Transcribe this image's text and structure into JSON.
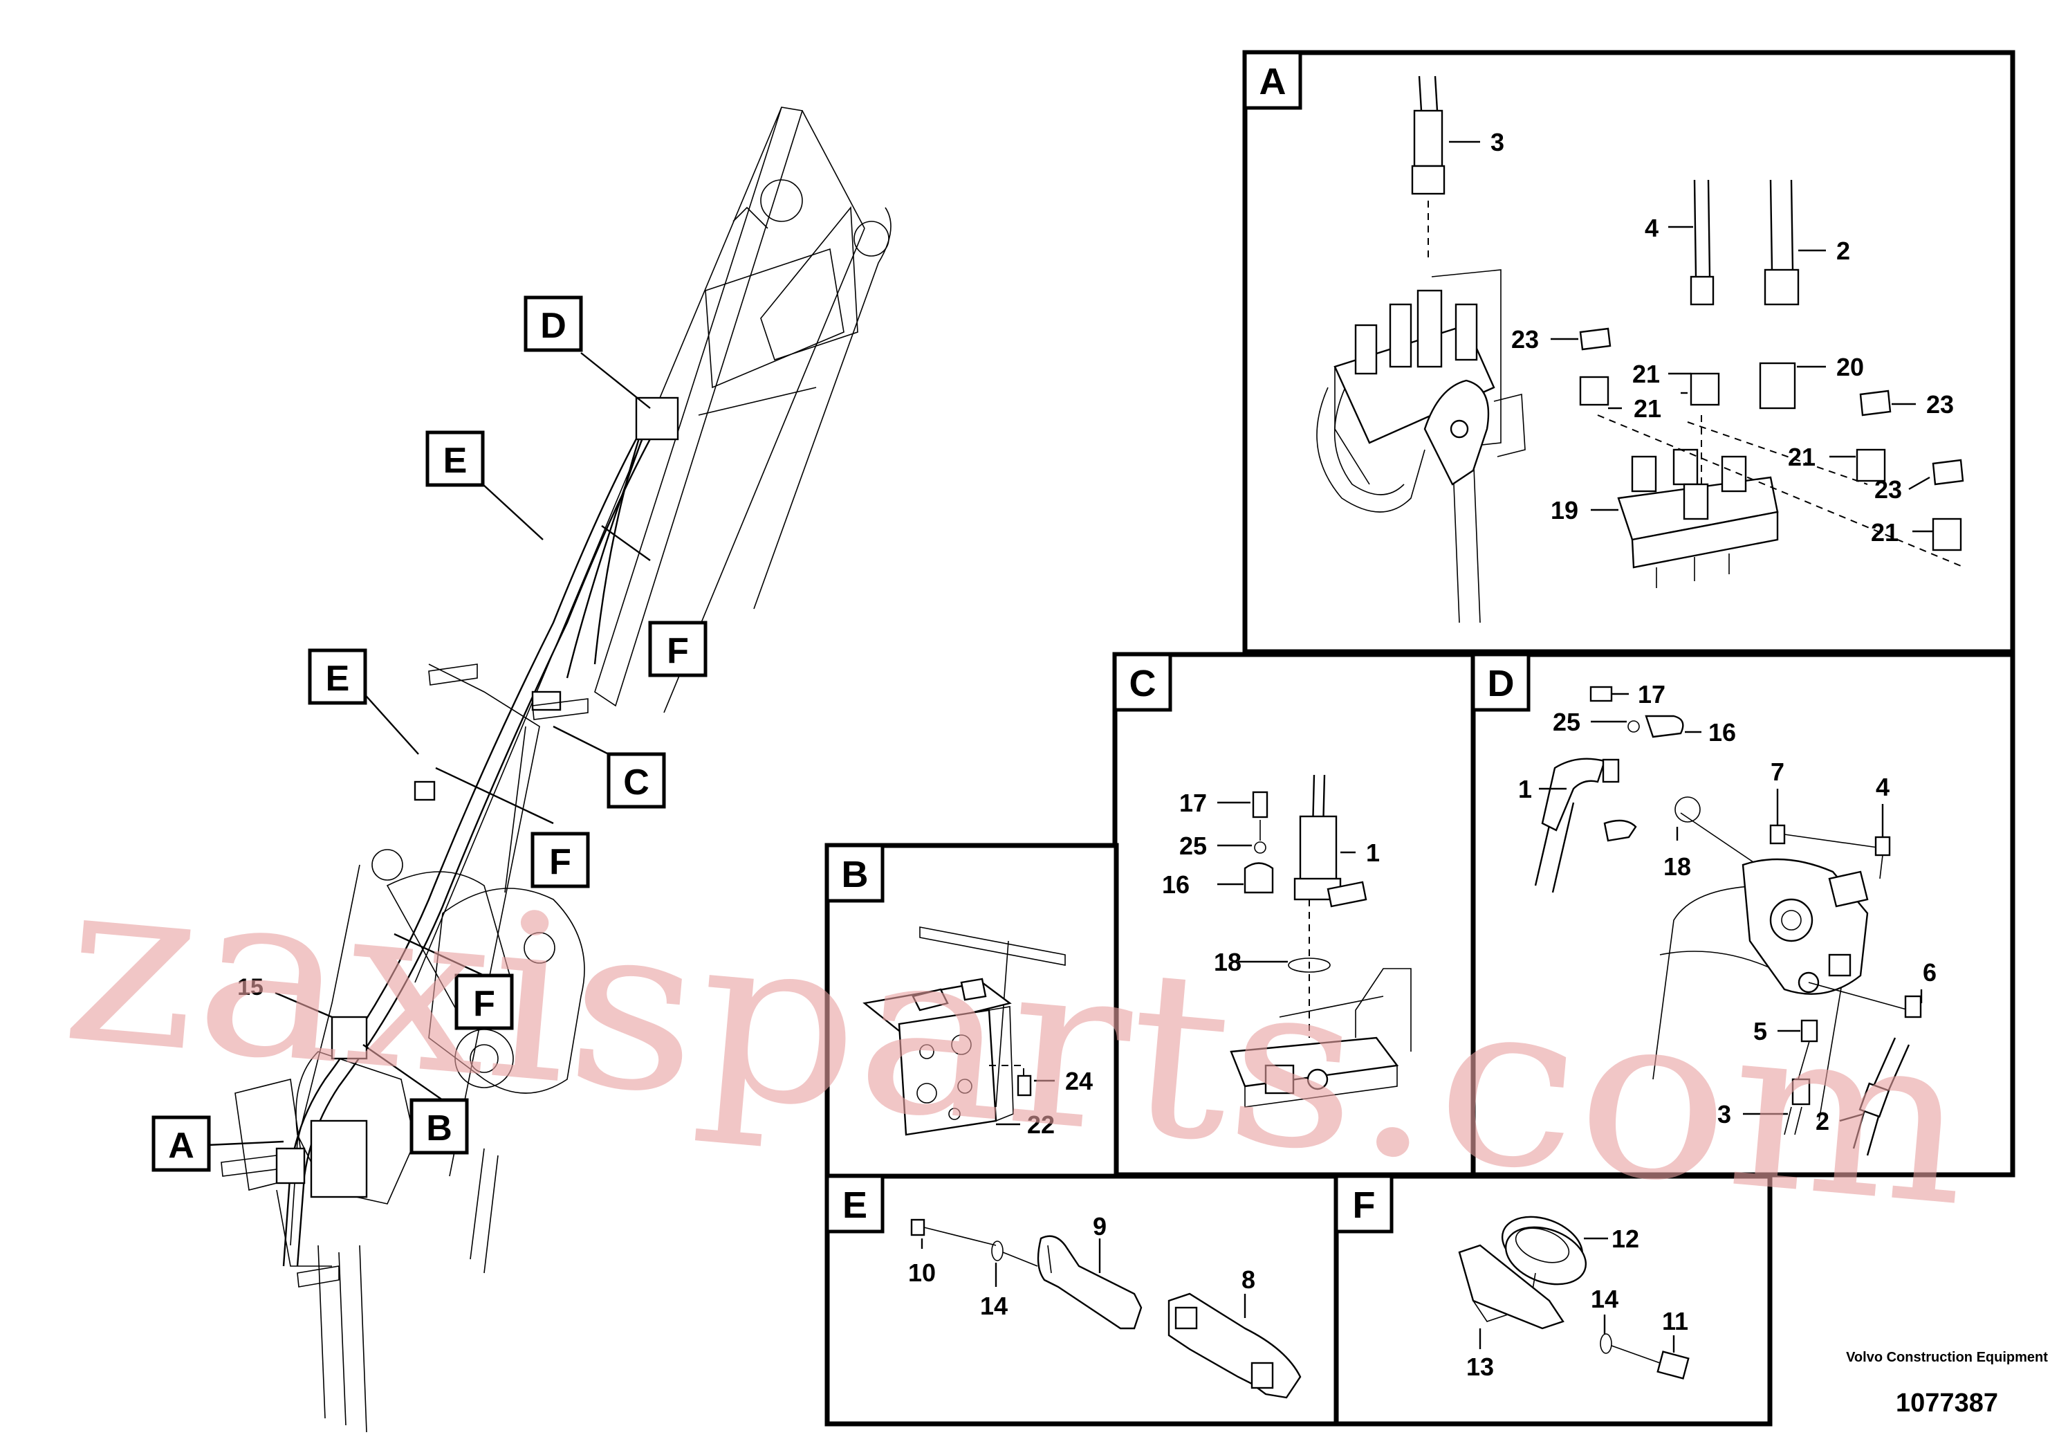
{
  "watermark": "zaxisparts.com",
  "publisher": "Volvo Construction Equipment",
  "doc_number": "1077387",
  "main_view": {
    "callouts": [
      "A",
      "B",
      "C",
      "D",
      "E",
      "E",
      "F",
      "F",
      "F"
    ],
    "part_labels": [
      "15"
    ]
  },
  "panels": [
    {
      "letter": "A",
      "parts": [
        "3",
        "4",
        "2",
        "23",
        "21",
        "20",
        "21",
        "23",
        "21",
        "19",
        "21",
        "23",
        "21"
      ]
    },
    {
      "letter": "B",
      "parts": [
        "24",
        "22"
      ]
    },
    {
      "letter": "C",
      "parts": [
        "17",
        "25",
        "16",
        "1",
        "18"
      ]
    },
    {
      "letter": "D",
      "parts": [
        "17",
        "25",
        "16",
        "1",
        "7",
        "4",
        "18",
        "6",
        "5",
        "3",
        "2"
      ]
    },
    {
      "letter": "E",
      "parts": [
        "9",
        "10",
        "14",
        "8"
      ]
    },
    {
      "letter": "F",
      "parts": [
        "12",
        "14",
        "13",
        "11"
      ]
    }
  ]
}
